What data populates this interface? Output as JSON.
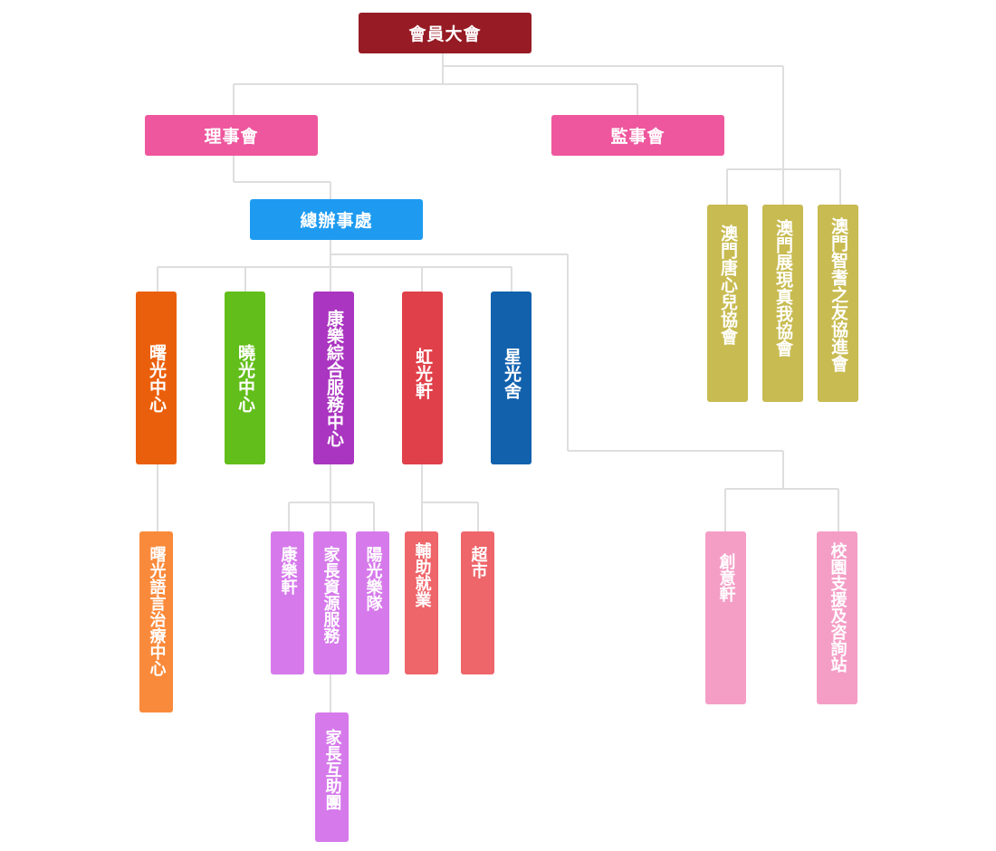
{
  "colors": {
    "general_assembly": "#961B24",
    "board": "#EE579D",
    "secretariat": "#1E9BF0",
    "connector": "#DEDEDE",
    "shuguang_center": "#EA5F0B",
    "xiaoguang_center": "#62BE1A",
    "kangle_center": "#AA35C0",
    "hongguangxuan": "#E0404A",
    "xingguangshe": "#1261AD",
    "associations": "#C8BB51",
    "speech_therapy": "#FA8A3B",
    "kangle_sub": "#D67AEB",
    "hongguang_sub": "#EE656A",
    "school_sub": "#F49EC6"
  },
  "top": {
    "general_assembly": "會員大會",
    "board_of_directors": "理事會",
    "board_of_supervisors": "監事會",
    "secretariat": "總辦事處"
  },
  "associations": [
    "澳門唐心兒協會",
    "澳門展現真我協會",
    "澳門智耆之友協進會"
  ],
  "services": {
    "shuguang_center": "曙光中心",
    "xiaoguang_center": "曉光中心",
    "kangle_center": "康樂綜合服務中心",
    "hongguangxuan": "虹光軒",
    "xingguangshe": "星光舍"
  },
  "sub_units": {
    "speech_therapy": "曙光語言治療中心",
    "kanglexuan": "康樂軒",
    "parent_resources": "家長資源服務",
    "sunshine_band": "陽光樂隊",
    "supported_employment": "輔助就業",
    "supermarket": "超市",
    "parent_mutual_aid": "家長互助團",
    "creative_xuan": "創意軒",
    "school_support": "校園支援及咨詢站"
  }
}
